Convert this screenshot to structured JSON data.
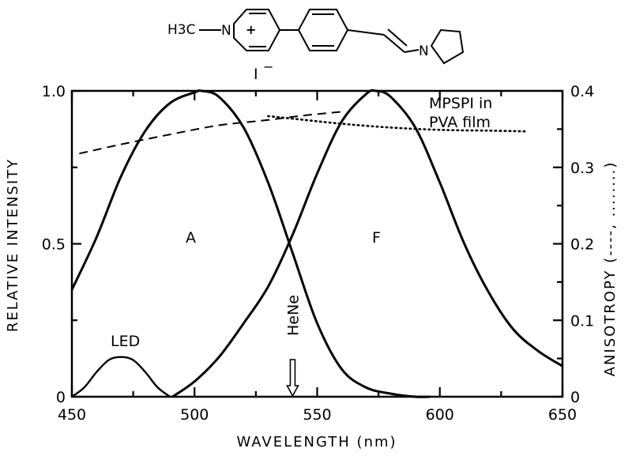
{
  "chart_data": {
    "type": "line",
    "xlabel": "WAVELENGTH (nm)",
    "ylabel_left": "RELATIVE INTENSITY",
    "ylabel_right": "ANISOTROPY (----, ........)",
    "xlim": [
      450,
      650
    ],
    "ylim_left": [
      0,
      1.0
    ],
    "ylim_right": [
      0,
      0.4
    ],
    "x_ticks": [
      "450",
      "500",
      "550",
      "600",
      "650"
    ],
    "y_ticks_left": [
      "0",
      "0.5",
      "1.0"
    ],
    "y_ticks_right": [
      "0",
      "0.1",
      "0.2",
      "0.3",
      "0.4"
    ],
    "annotations": {
      "sample": [
        "MPSPI in",
        "PVA film"
      ],
      "absorption": "A",
      "fluorescence": "F",
      "led": "LED",
      "laser": "HeNe"
    },
    "laser_line_nm": 540,
    "series": [
      {
        "name": "A",
        "axis": "left",
        "style": "solid",
        "x": [
          450,
          460,
          470,
          480,
          490,
          500,
          503,
          510,
          520,
          530,
          540,
          550,
          560,
          570,
          580,
          590,
          596
        ],
        "y": [
          0.35,
          0.52,
          0.72,
          0.87,
          0.96,
          0.995,
          1.0,
          0.98,
          0.88,
          0.7,
          0.47,
          0.24,
          0.09,
          0.03,
          0.01,
          0.0,
          0.0
        ]
      },
      {
        "name": "F",
        "axis": "left",
        "style": "solid",
        "x": [
          491,
          500,
          510,
          520,
          530,
          540,
          550,
          560,
          570,
          574,
          580,
          590,
          600,
          610,
          620,
          630,
          640,
          650
        ],
        "y": [
          0.0,
          0.05,
          0.13,
          0.24,
          0.36,
          0.53,
          0.73,
          0.9,
          0.99,
          1.0,
          0.98,
          0.88,
          0.7,
          0.5,
          0.34,
          0.22,
          0.15,
          0.1
        ]
      },
      {
        "name": "LED",
        "axis": "left",
        "style": "solid",
        "x": [
          450,
          455,
          460,
          465,
          470,
          475,
          480,
          485,
          490
        ],
        "y": [
          0.0,
          0.03,
          0.08,
          0.12,
          0.13,
          0.12,
          0.08,
          0.03,
          0.0
        ]
      },
      {
        "name": "",
        "axis": "right",
        "style": "dashed",
        "x": [
          453,
          470,
          490,
          510,
          530,
          545,
          561
        ],
        "y": [
          0.318,
          0.33,
          0.343,
          0.355,
          0.362,
          0.368,
          0.373
        ]
      },
      {
        "name": "",
        "axis": "right",
        "style": "dotted",
        "x": [
          530,
          545,
          560,
          580,
          600,
          620,
          636
        ],
        "y": [
          0.367,
          0.362,
          0.357,
          0.352,
          0.349,
          0.348,
          0.347
        ]
      }
    ]
  },
  "molecule": {
    "methyl": "H3C",
    "nitrogen": "N",
    "charge": "+",
    "counterion": "I",
    "counterion_charge": "−",
    "pyrrolidine_n": "N"
  }
}
